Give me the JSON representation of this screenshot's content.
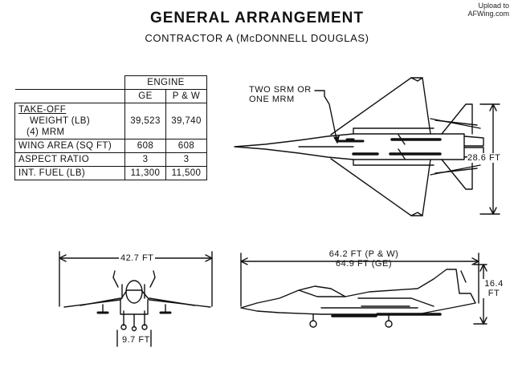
{
  "header": {
    "title": "GENERAL ARRANGEMENT",
    "subtitle": "CONTRACTOR A (McDONNELL DOUGLAS)"
  },
  "watermark": {
    "line1": "Upload to",
    "line2": "AFWing.com"
  },
  "spec_table": {
    "engine_label": "ENGINE",
    "columns": [
      "GE",
      "P & W"
    ],
    "rows": [
      {
        "label_lines": [
          "TAKE-OFF",
          "WEIGHT (LB)",
          "(4) MRM"
        ],
        "values": [
          "39,523",
          "39,740"
        ]
      },
      {
        "label_lines": [
          "WING AREA (SQ FT)"
        ],
        "values": [
          "608",
          "608"
        ]
      },
      {
        "label_lines": [
          "ASPECT RATIO"
        ],
        "values": [
          "3",
          "3"
        ]
      },
      {
        "label_lines": [
          "INT. FUEL (LB)"
        ],
        "values": [
          "11,300",
          "11,500"
        ]
      }
    ]
  },
  "plan_view": {
    "callout_line1": "TWO SRM OR",
    "callout_line2": "ONE MRM",
    "span_label": "28.6 FT"
  },
  "front_view": {
    "span_label": "42.7 FT",
    "track_label": "9.7 FT"
  },
  "side_view": {
    "length_pw_label": "64.2 FT (P & W)",
    "length_ge_label": "64.9 FT (GE)",
    "height_value": "16.4",
    "height_unit": "FT"
  }
}
